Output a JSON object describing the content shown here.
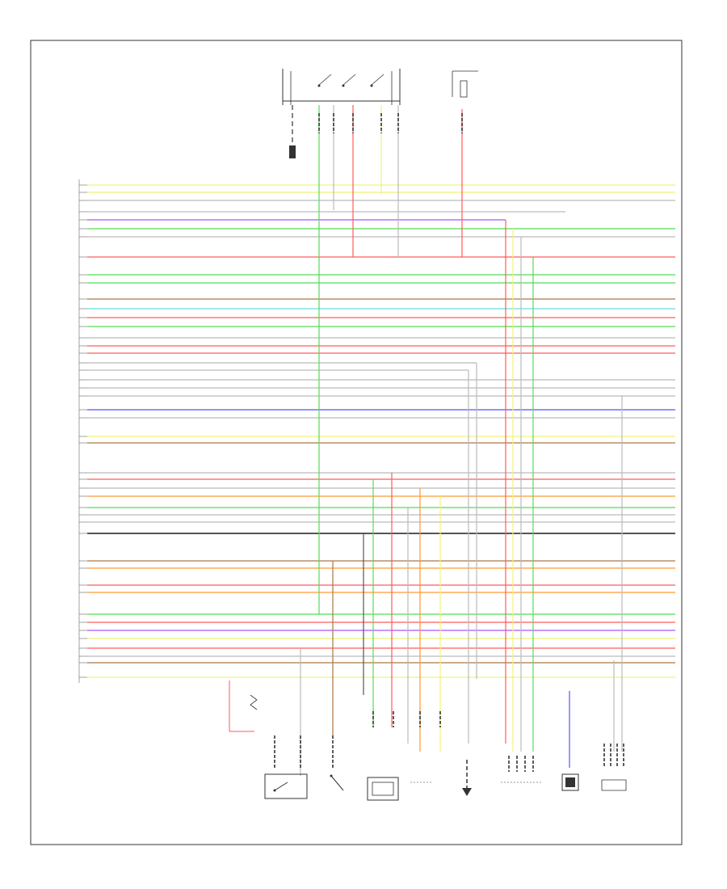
{
  "footer": {
    "code": ""
  },
  "colors": {
    "wire_black": "#555555",
    "wire_gray": "#bbbbbb",
    "wire_red": "#ff5a5a",
    "wire_green": "#55dd55",
    "wire_yellow": "#f2f27a",
    "wire_orange": "#ff9933",
    "wire_violet": "#aa55ff",
    "wire_blue": "#5555ff",
    "wire_cyan": "#66dddd",
    "wire_brown": "#aa7744",
    "wire_pink": "#ff99aa",
    "frame": "#333333"
  },
  "components": [
    {
      "id": "top-relay",
      "icon": "relay-icon"
    },
    {
      "id": "top-fuse-block",
      "icon": "fuse-icon"
    },
    {
      "id": "ecm-connector-left",
      "icon": "connector-icon"
    },
    {
      "id": "bottom-switch-1",
      "icon": "switch-icon"
    },
    {
      "id": "bottom-switch-2",
      "icon": "switch-icon"
    },
    {
      "id": "bottom-sensor-3",
      "icon": "sensor-icon"
    },
    {
      "id": "bottom-sensor-4",
      "icon": "sensor-icon"
    },
    {
      "id": "bottom-sensor-5",
      "icon": "sensor-icon"
    },
    {
      "id": "bottom-sensor-6",
      "icon": "sensor-icon"
    },
    {
      "id": "bottom-sensor-7",
      "icon": "sensor-icon"
    },
    {
      "id": "bottom-sensor-8",
      "icon": "sensor-icon"
    }
  ],
  "wires": [
    {
      "color": "yellow"
    },
    {
      "color": "yellow"
    },
    {
      "color": "gray"
    },
    {
      "color": "gray"
    },
    {
      "color": "violet"
    },
    {
      "color": "green"
    },
    {
      "color": "gray"
    },
    {
      "color": "red"
    },
    {
      "color": "green"
    },
    {
      "color": "green"
    },
    {
      "color": "brown"
    },
    {
      "color": "cyan"
    },
    {
      "color": "red"
    },
    {
      "color": "green"
    },
    {
      "color": "gray"
    },
    {
      "color": "red"
    },
    {
      "color": "red"
    },
    {
      "color": "gray"
    },
    {
      "color": "gray"
    },
    {
      "color": "gray"
    },
    {
      "color": "gray"
    },
    {
      "color": "gray"
    },
    {
      "color": "blue"
    },
    {
      "color": "gray"
    },
    {
      "color": "yellow"
    },
    {
      "color": "brown"
    },
    {
      "color": "gray"
    },
    {
      "color": "red"
    },
    {
      "color": "gray"
    },
    {
      "color": "orange"
    },
    {
      "color": "green"
    },
    {
      "color": "gray"
    },
    {
      "color": "gray"
    },
    {
      "color": "black"
    },
    {
      "color": "brown"
    },
    {
      "color": "orange"
    },
    {
      "color": "red"
    },
    {
      "color": "orange"
    },
    {
      "color": "green"
    },
    {
      "color": "red"
    },
    {
      "color": "violet"
    },
    {
      "color": "yellow"
    },
    {
      "color": "red"
    },
    {
      "color": "gray"
    },
    {
      "color": "brown"
    },
    {
      "color": "yellow"
    }
  ]
}
